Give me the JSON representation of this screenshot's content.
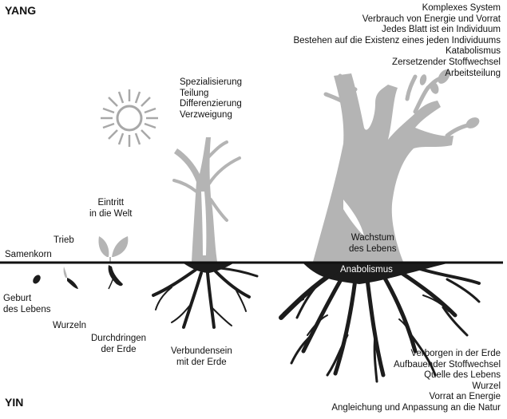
{
  "poles": {
    "top": "YANG",
    "bottom": "YIN"
  },
  "yang_list": [
    "Komplexes System",
    "Verbrauch von Energie und Vorrat",
    "Jedes Blatt ist ein Individuum",
    "Bestehen auf die Existenz eines jeden Individuums",
    "Katabolismus",
    "Zersetzender Stoffwechsel",
    "Arbeitsteilung"
  ],
  "yin_list": [
    "Verborgen in der Erde",
    "Aufbauender Stoffwechsel",
    "Quelle des Lebens",
    "Wurzel",
    "Vorrat an Energie",
    "Angleichung und Anpassung an die Natur"
  ],
  "specialization": [
    "Spezialisierung",
    "Teilung",
    "Differenzierung",
    "Verzweigung"
  ],
  "stage_labels": {
    "eintritt": [
      "Eintritt",
      "in die Welt"
    ],
    "trieb": "Trieb",
    "samenkorn": "Samenkorn",
    "geburt": [
      "Geburt",
      "des Lebens"
    ],
    "wurzeln": "Wurzeln",
    "durchdringen": [
      "Durchdringen",
      "der Erde"
    ],
    "verbundensein": [
      "Verbundensein",
      "mit der Erde"
    ],
    "wachstum": [
      "Wachstum",
      "des Lebens"
    ],
    "anabolismus": "Anabolismus"
  },
  "colors": {
    "ground_line": "#111111",
    "plant_gray": "#b4b4b4",
    "root_dark": "#1c1c1c",
    "sun": "#a8a8a8",
    "text": "#111111"
  }
}
